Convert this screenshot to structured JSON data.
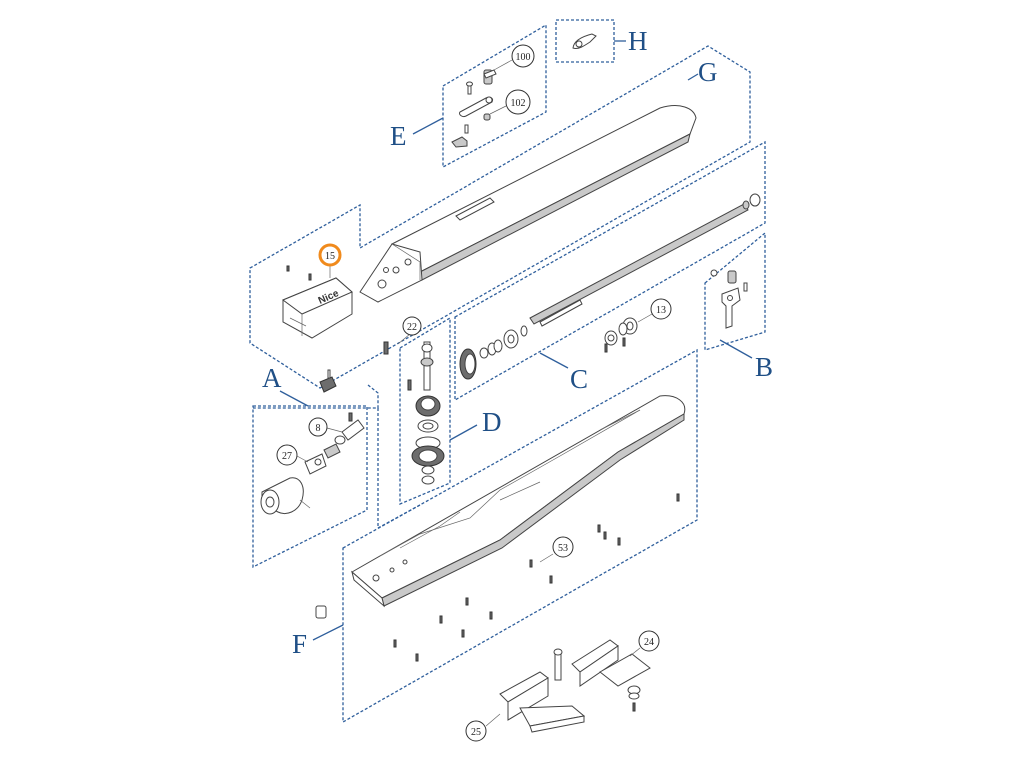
{
  "groups": {
    "A": "A",
    "B": "B",
    "C": "C",
    "D": "D",
    "E": "E",
    "F": "F",
    "G": "G",
    "H": "H"
  },
  "callouts": {
    "c100": "100",
    "c102": "102",
    "c15": "15",
    "c22": "22",
    "c13": "13",
    "c8": "8",
    "c27": "27",
    "c53": "53",
    "c24": "24",
    "c25": "25"
  },
  "logo_text": "Nice",
  "colors": {
    "frame": "#2f5f9c",
    "letters": "#1f4f86",
    "highlight": "#f08a1c"
  },
  "highlighted_callout": "15"
}
